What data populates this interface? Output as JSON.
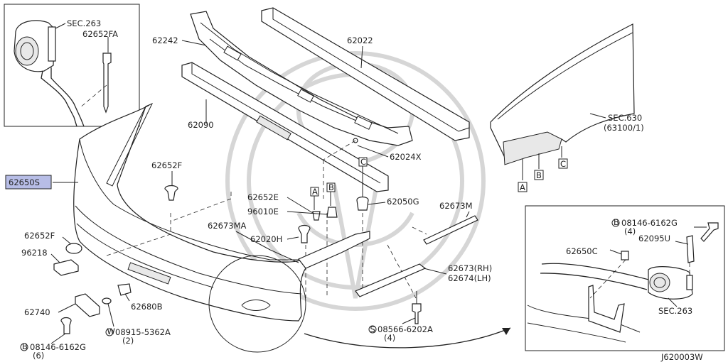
{
  "diagram_code": "J620003W",
  "refs": {
    "a": "A",
    "b": "B",
    "c": "C"
  },
  "labels": {
    "sec263_top": "SEC.263",
    "p62652FA": "62652FA",
    "p62242": "62242",
    "p62022": "62022",
    "p62090": "62090",
    "p62024X": "62024X",
    "p62652F_a": "62652F",
    "p62650S": "62650S",
    "p62652E": "62652E",
    "p96010E": "96010E",
    "p62050G": "62050G",
    "p62673M": "62673M",
    "p62673MA": "62673MA",
    "p62020H": "62020H",
    "p62652F_b": "62652F",
    "p96218": "96218",
    "p62673RH": "62673(RH)",
    "p62674LH": "62674(LH)",
    "p62680B": "62680B",
    "p62740": "62740",
    "w08915": "08915-5362A",
    "w08915_qty": "(2)",
    "s08566": "08566-6202A",
    "s08566_qty": "(4)",
    "b08146_left": "08146-6162G",
    "b08146_left_qty": "(6)",
    "b08146_right": "08146-6162G",
    "b08146_right_qty": "(4)",
    "p62095U": "62095U",
    "p62650C": "62650C",
    "sec263_right": "SEC.263",
    "sec630": "SEC.630",
    "sec630_sub": "(63100/1)"
  },
  "symbols": {
    "bolt": "B",
    "washer": "W",
    "screw": "S"
  }
}
